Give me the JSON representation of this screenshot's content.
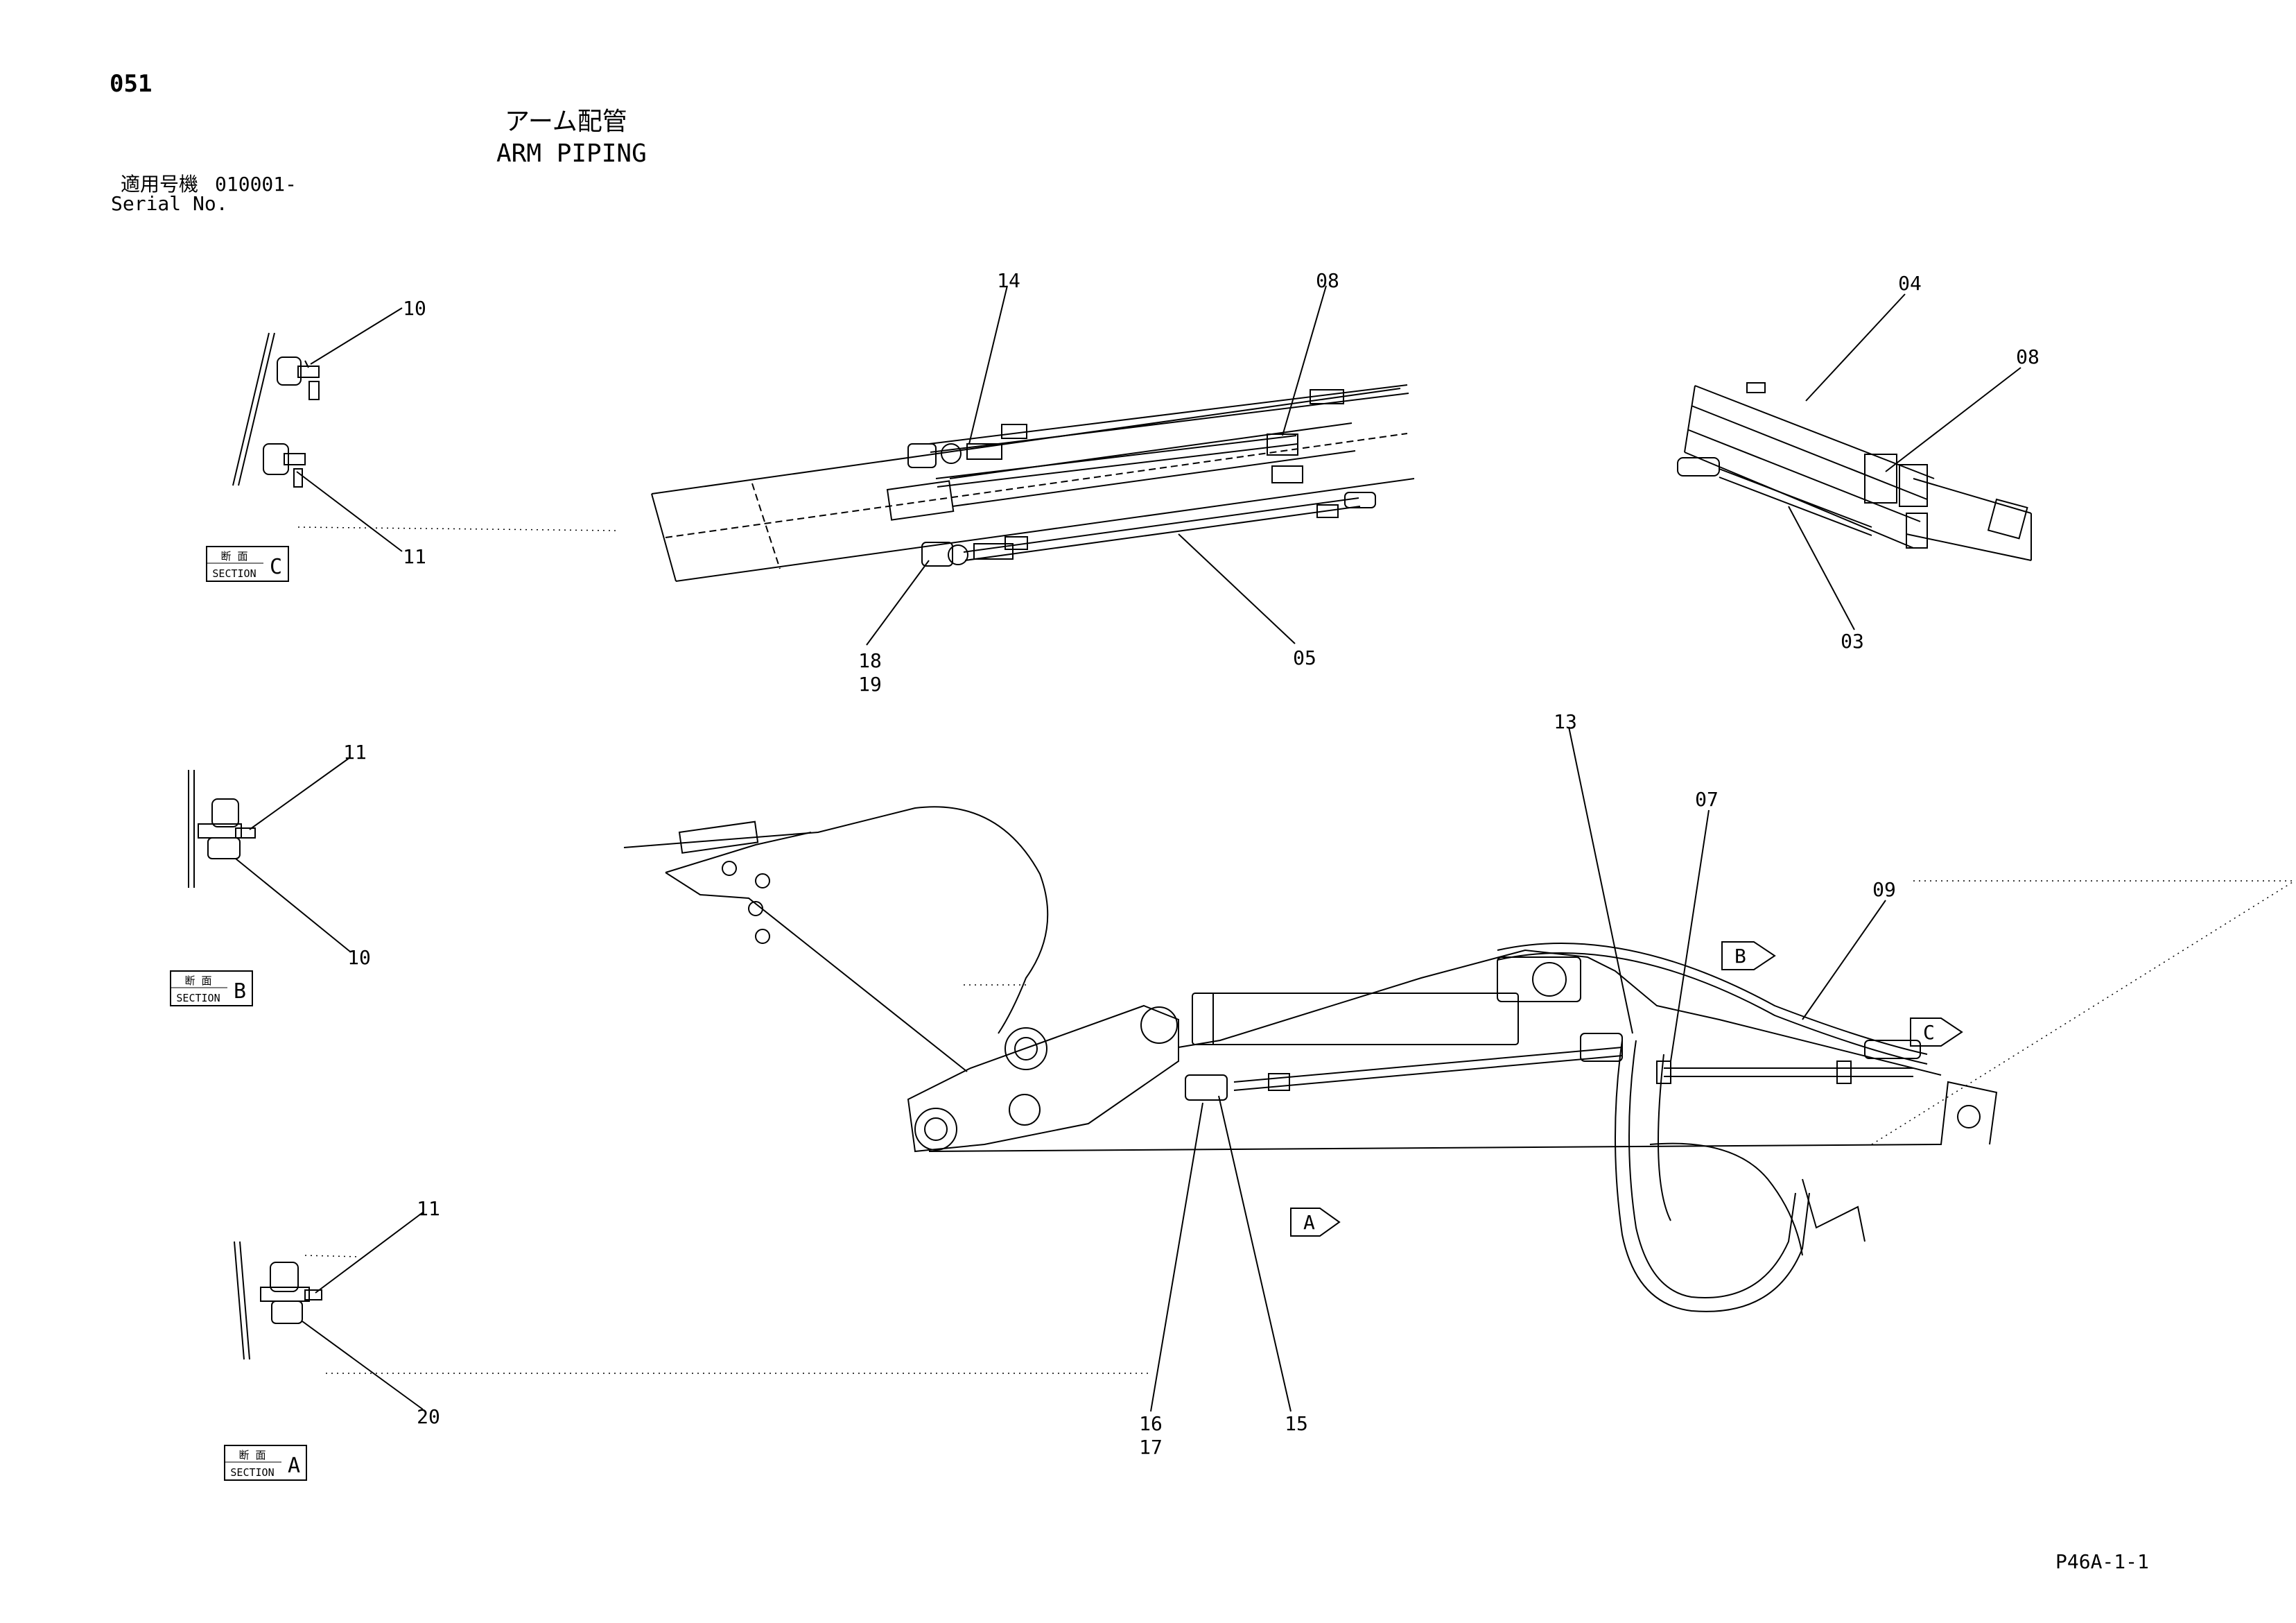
{
  "page_number": "051",
  "title_jp": "アーム配管",
  "title_en": "ARM PIPING",
  "serial": {
    "label_jp": "適用号機",
    "range": "010001-",
    "label_en": "Serial No."
  },
  "drawing_code": "P46A-1-1",
  "sections": [
    {
      "kanji": "断 面",
      "label": "SECTION",
      "letter": "C"
    },
    {
      "kanji": "断 面",
      "label": "SECTION",
      "letter": "B"
    },
    {
      "kanji": "断 面",
      "label": "SECTION",
      "letter": "A"
    }
  ],
  "view_markers": [
    "A",
    "B",
    "C"
  ],
  "callouts": {
    "c_10": "10",
    "c_11": "11",
    "b_11": "11",
    "b_10": "10",
    "a_11": "11",
    "a_20": "20",
    "top_14": "14",
    "top_08": "08",
    "top_18": "18",
    "top_19": "19",
    "top_05": "05",
    "r_04": "04",
    "r_08": "08",
    "r_03": "03",
    "m_13": "13",
    "m_07": "07",
    "m_09": "09",
    "m_16": "16",
    "m_17": "17",
    "m_15": "15"
  }
}
